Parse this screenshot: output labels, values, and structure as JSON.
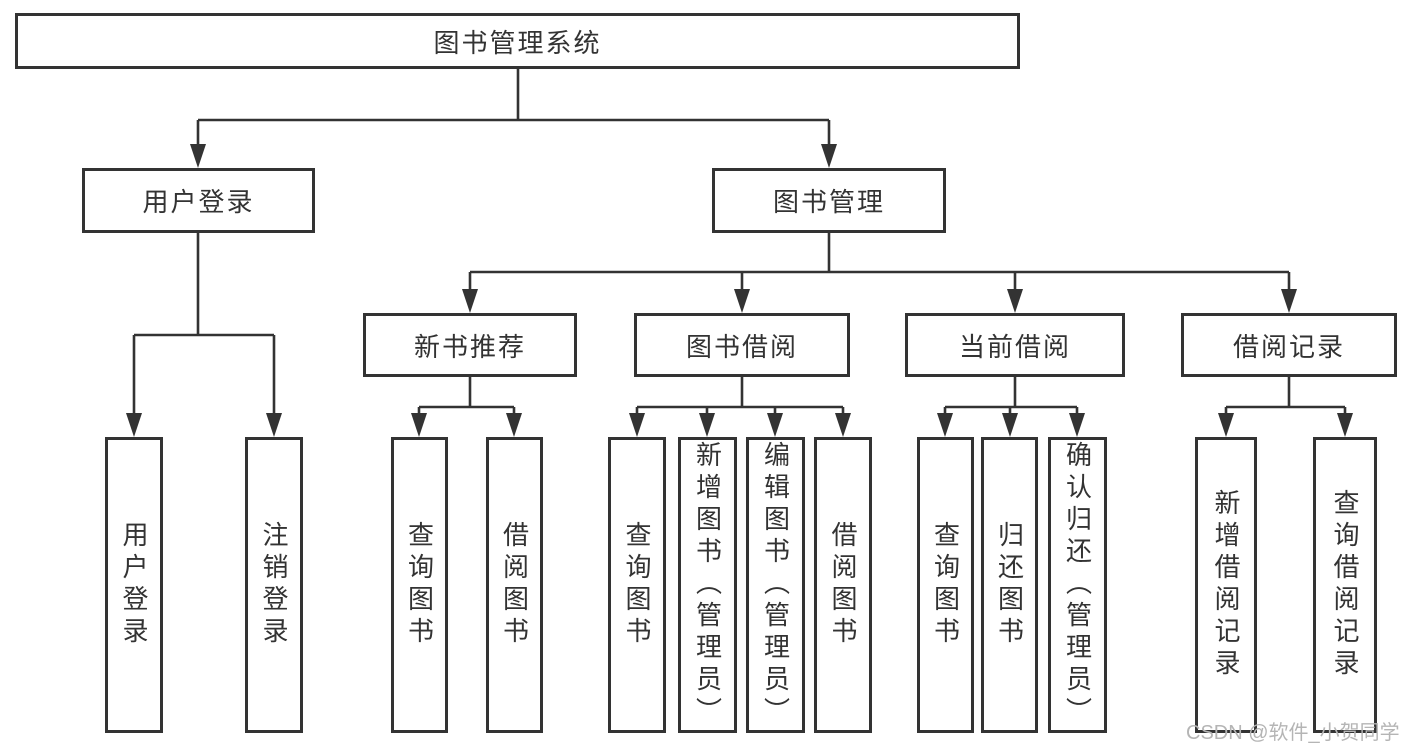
{
  "root": {
    "label": "图书管理系统"
  },
  "branches": [
    {
      "label": "用户登录",
      "leaves": [
        {
          "label": "用户登录"
        },
        {
          "label": "注销登录"
        }
      ]
    },
    {
      "label": "图书管理",
      "children": [
        {
          "label": "新书推荐",
          "leaves": [
            {
              "label": "查询图书"
            },
            {
              "label": "借阅图书"
            }
          ]
        },
        {
          "label": "图书借阅",
          "leaves": [
            {
              "label": "查询图书"
            },
            {
              "label": "新增图书（管理员）"
            },
            {
              "label": "编辑图书（管理员）"
            },
            {
              "label": "借阅图书"
            }
          ]
        },
        {
          "label": "当前借阅",
          "leaves": [
            {
              "label": "查询图书"
            },
            {
              "label": "归还图书"
            },
            {
              "label": "确认归还（管理员）"
            }
          ]
        },
        {
          "label": "借阅记录",
          "leaves": [
            {
              "label": "新增借阅记录"
            },
            {
              "label": "查询借阅记录"
            }
          ]
        }
      ]
    }
  ],
  "watermark": {
    "text": "CSDN @软件_小贺同学"
  },
  "colors": {
    "line": "#333333",
    "text": "#333333",
    "bg": "#ffffff",
    "watermark": "#b5b5b5"
  }
}
